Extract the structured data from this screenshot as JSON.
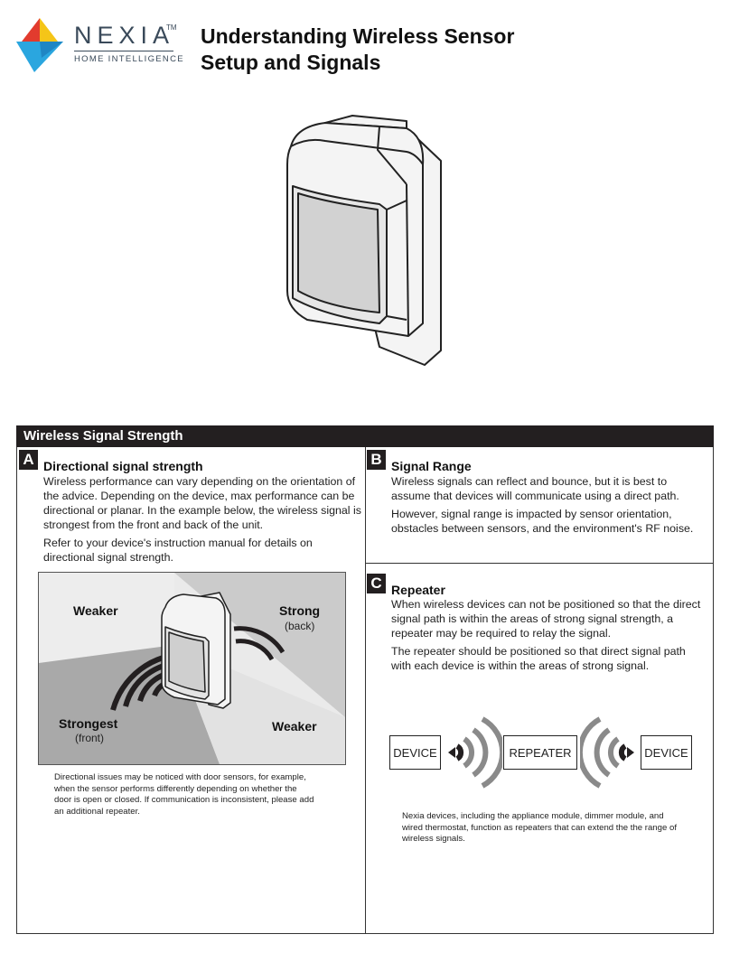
{
  "header": {
    "brand": "NEXIA",
    "trademark": "TM",
    "tagline": "HOME INTELLIGENCE",
    "title_line1": "Understanding Wireless Sensor",
    "title_line2": "Setup and Signals"
  },
  "panel": {
    "heading": "Wireless Signal Strength"
  },
  "section_a": {
    "badge": "A",
    "title": "Directional signal strength",
    "paragraph1": "Wireless performance can vary depending on the orientation of the advice. Depending on the device, max performance can be directional or planar. In the example below, the wireless signal is strongest from the front and back of the unit.",
    "paragraph2": "Refer to your device's instruction manual for details on directional signal strength.",
    "diagram": {
      "weaker_top": "Weaker",
      "strong": "Strong",
      "strong_sub": "(back)",
      "strongest": "Strongest",
      "strongest_sub": "(front)",
      "weaker_bottom": "Weaker"
    },
    "note": "Directional issues may be noticed with door sensors, for example, when the sensor performs differently depending on whether the door is open or closed. If communication is inconsistent, please add an additional repeater."
  },
  "section_b": {
    "badge": "B",
    "title": "Signal Range",
    "paragraph1": "Wireless signals can reflect and bounce, but it is best to assume that devices will communicate using a direct path.",
    "paragraph2": "However, signal range is impacted by sensor orientation, obstacles between sensors, and the environment's RF noise."
  },
  "section_c": {
    "badge": "C",
    "title": "Repeater",
    "paragraph1": "When wireless devices can not be positioned so that the direct signal path is within the areas of strong signal strength, a repeater may be required to relay the signal.",
    "paragraph2": "The repeater should be positioned so that direct signal path with each device is within the areas of strong signal.",
    "diagram": {
      "left_box": "DEVICE",
      "middle_box": "REPEATER",
      "right_box": "DEVICE"
    },
    "note": "Nexia devices, including the appliance module, dimmer module, and wired thermostat, function as repeaters that can extend the the range of wireless signals."
  },
  "colors": {
    "panel_header_bg": "#231f20",
    "logo_red": "#e23b2e",
    "logo_yellow": "#f5c518",
    "logo_green": "#6cbf3f",
    "logo_blue": "#2aa6df",
    "wave_dark": "#231f20",
    "wave_gray": "#8a8a8a"
  },
  "icons": {
    "logo": "nexia-logo-icon",
    "device": "motion-sensor-icon",
    "waves": "signal-wave-icon"
  }
}
